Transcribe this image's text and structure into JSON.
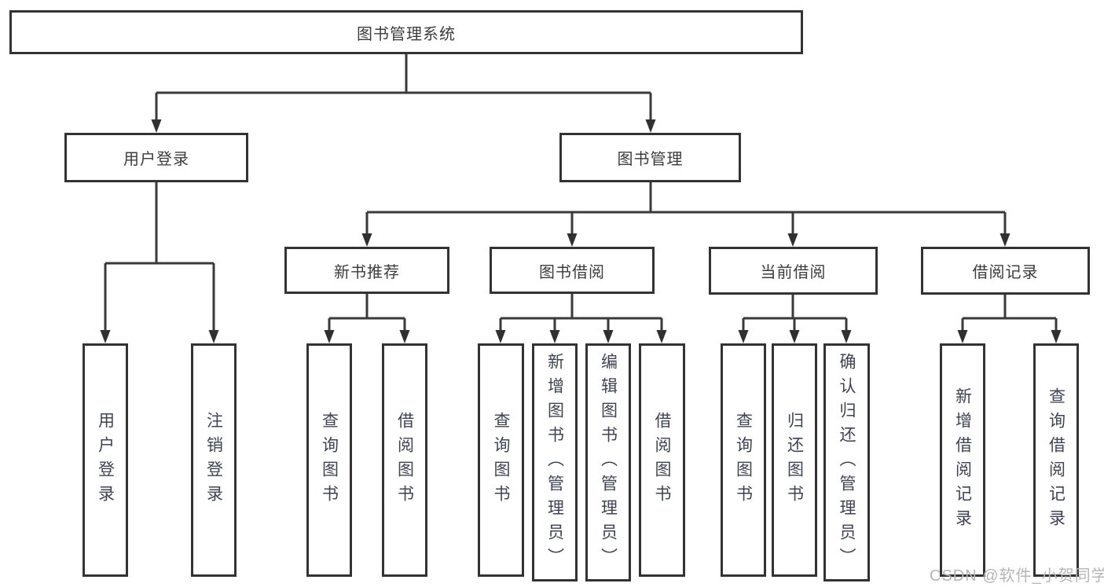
{
  "tree": {
    "root": "图书管理系统",
    "children": [
      {
        "label": "用户登录",
        "leaves": [
          "用户登录",
          "注销登录"
        ]
      },
      {
        "label": "图书管理",
        "children": [
          {
            "label": "新书推荐",
            "leaves": [
              "查询图书",
              "借阅图书"
            ]
          },
          {
            "label": "图书借阅",
            "leaves": [
              "查询图书",
              "新增图书（管理员）",
              "编辑图书（管理员）",
              "借阅图书"
            ]
          },
          {
            "label": "当前借阅",
            "leaves": [
              "查询图书",
              "归还图书",
              "确认归还（管理员）"
            ]
          },
          {
            "label": "借阅记录",
            "leaves": [
              "新增借阅记录",
              "查询借阅记录"
            ]
          }
        ]
      }
    ]
  },
  "watermark": "CSDN @软件_小贺同学",
  "colors": {
    "line": "#3a3a3a",
    "box_border": "#333333",
    "text": "#3c3c3c",
    "watermark": "#b5b5b5",
    "background": "#ffffff"
  }
}
